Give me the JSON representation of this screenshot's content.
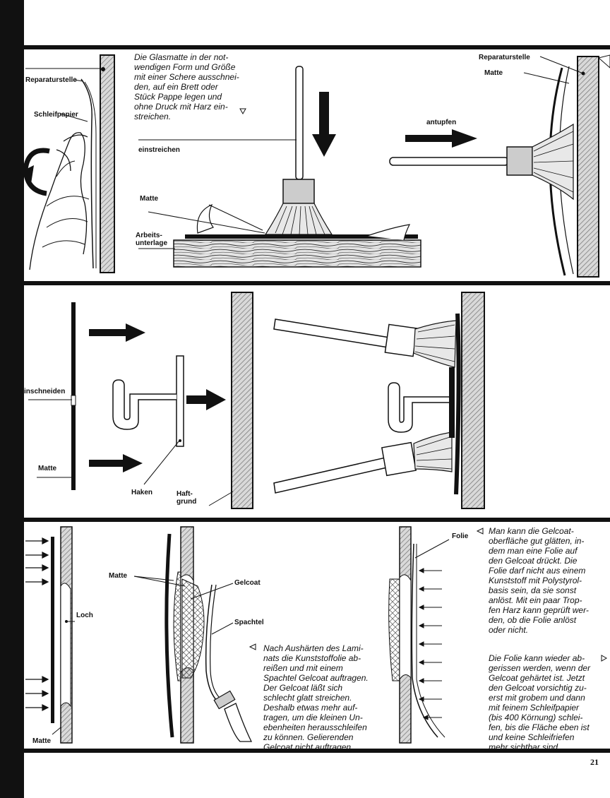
{
  "panel1": {
    "labels": {
      "reparaturstelle_left": "Reparaturstelle",
      "schleifpapier": "Schleifpapier",
      "einstreichen": "einstreichen",
      "matte": "Matte",
      "arbeitsunterlage_1": "Arbeits-",
      "arbeitsunterlage_2": "unterlage",
      "antupfen": "antupfen",
      "reparaturstelle_right": "Reparaturstelle",
      "matte_right": "Matte"
    },
    "text": {
      "l1": "Die Glasmatte in der not-",
      "l2": "wendigen Form und Größe",
      "l3": "mit einer Schere ausschnei-",
      "l4": "den, auf ein Brett oder",
      "l5": "Stück Pappe legen und",
      "l6": "ohne Druck mit Harz ein-",
      "l7": "streichen."
    }
  },
  "panel2": {
    "labels": {
      "inschneiden": "inschneiden",
      "matte": "Matte",
      "haken": "Haken",
      "haftgrund_1": "Haft-",
      "haftgrund_2": "grund"
    }
  },
  "panel3": {
    "labels": {
      "loch": "Loch",
      "matte_bottom": "Matte",
      "matte_mid": "Matte",
      "gelcoat": "Gelcoat",
      "spachtel": "Spachtel",
      "folie": "Folie"
    },
    "text_center": {
      "l1": "Nach Aushärten des Lami-",
      "l2": "nats die Kunststoffolie ab-",
      "l3": "reißen und mit einem",
      "l4": "Spachtel Gelcoat auftragen.",
      "l5": "Der Gelcoat läßt sich",
      "l6": "schlecht glatt streichen.",
      "l7": "Deshalb etwas mehr auf-",
      "l8": "tragen, um die kleinen Un-",
      "l9": "ebenheiten herausschleifen",
      "l10": "zu können. Gelierenden",
      "l11": "Gelcoat nicht auftragen."
    },
    "text_right_top": {
      "l1": "Man kann die Gelcoat-",
      "l2": "oberfläche gut glätten, in-",
      "l3": "dem man eine Folie auf",
      "l4": "den Gelcoat drückt. Die",
      "l5": "Folie darf nicht aus einem",
      "l6": "Kunststoff mit Polystyrol-",
      "l7": "basis sein, da sie sonst",
      "l8": "anlöst. Mit ein paar Trop-",
      "l9": "fen Harz kann geprüft wer-",
      "l10": "den, ob die Folie anlöst",
      "l11": "oder nicht."
    },
    "text_right_bottom": {
      "l1": "Die Folie kann wieder ab-",
      "l2": "gerissen werden, wenn der",
      "l3": "Gelcoat gehärtet ist. Jetzt",
      "l4": "den Gelcoat vorsichtig zu-",
      "l5": "erst mit grobem und dann",
      "l6": "mit feinem Schleifpapier",
      "l7": "(bis 400 Körnung) schlei-",
      "l8": "fen, bis die Fläche eben ist",
      "l9": "und keine Schleifriefen",
      "l10": "mehr sichtbar sind."
    }
  },
  "page_number": "21"
}
